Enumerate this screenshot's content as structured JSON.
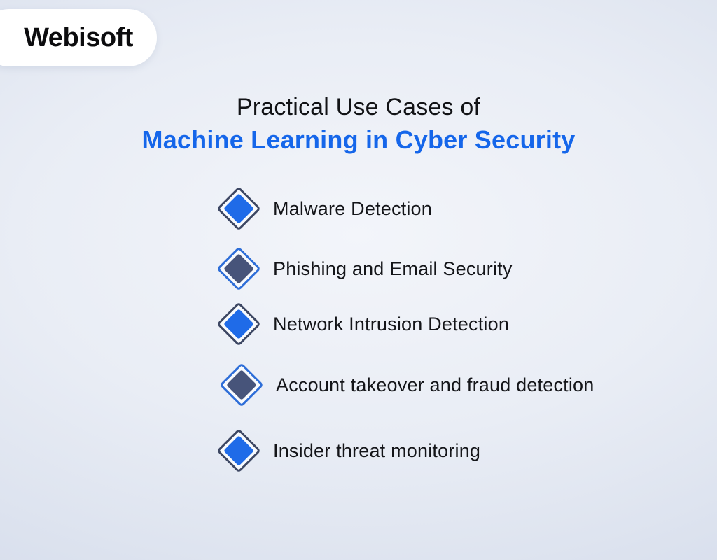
{
  "brand": {
    "name": "Webisoft"
  },
  "title": {
    "line1": "Practical Use Cases of",
    "line2": "Machine Learning in Cyber Security"
  },
  "use_cases": [
    {
      "label": "Malware Detection",
      "icon": "diamond-icon",
      "variant": "blue"
    },
    {
      "label": "Phishing and Email Security",
      "icon": "diamond-icon",
      "variant": "dark"
    },
    {
      "label": "Network Intrusion Detection",
      "icon": "diamond-icon",
      "variant": "blue"
    },
    {
      "label": "Account takeover and fraud detection",
      "icon": "diamond-icon",
      "variant": "dark"
    },
    {
      "label": "Insider threat monitoring",
      "icon": "diamond-icon",
      "variant": "blue"
    }
  ],
  "colors": {
    "title_accent_blue": "#1566ea",
    "diamond_fill_blue": "#1f6be8",
    "diamond_fill_dark_slate": "#47547a",
    "diamond_outline_dark": "#3d4763",
    "diamond_outline_blue": "#2e6ed8",
    "background_center": "#f3f5fa",
    "background_edge": "#cfd7e8",
    "logo_pill_background": "#ffffff",
    "text_black": "#141519"
  }
}
